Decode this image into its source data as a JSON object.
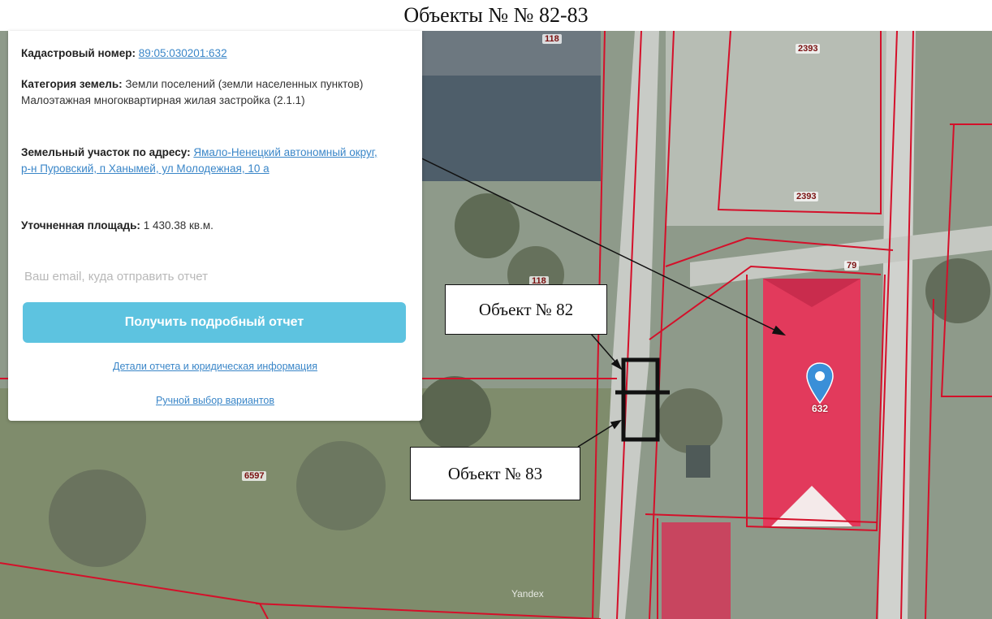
{
  "title": "Объекты № № 82-83",
  "info_panel": {
    "cadastral_label": "Кадастровый номер:",
    "cadastral_value": "89:05:030201:632",
    "category_label": "Категория земель:",
    "category_value": "Земли поселений (земли населенных пунктов)",
    "usage_value": "Малоэтажная многоквартирная жилая застройка (2.1.1)",
    "address_label": "Земельный участок по адресу:",
    "address_value": "Ямало-Ненецкий автономный округ, р-н Пуровский, п Ханымей, ул Молодежная, 10 а",
    "area_label": "Уточненная площадь:",
    "area_value": "1 430.38 кв.м.",
    "email_placeholder": "Ваш email, куда отправить отчет",
    "report_button": "Получить подробный отчет",
    "details_link": "Детали отчета и юридическая информация",
    "manual_link": "Ручной выбор вариантов"
  },
  "map": {
    "parcel_labels": [
      "118",
      "2393",
      "2393",
      "79",
      "118",
      "6597"
    ],
    "marker_label": "632",
    "watermark": "Yandex",
    "colors": {
      "parcel_border": "#d4102a",
      "roof": "#e23a5c",
      "marker": "#3a8fd8",
      "button": "#5dc3e0"
    }
  },
  "callouts": {
    "object_82": "Объект № 82",
    "object_83": "Объект № 83"
  }
}
